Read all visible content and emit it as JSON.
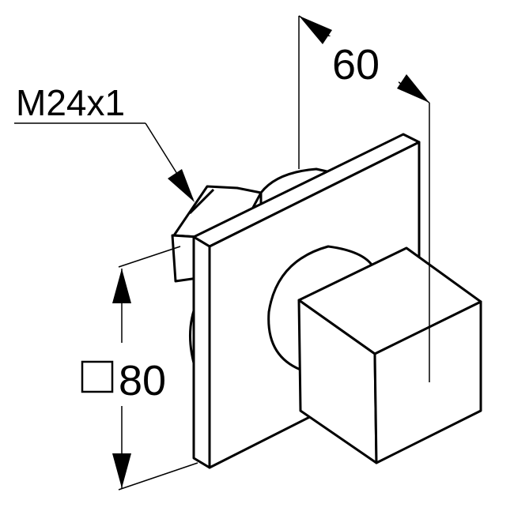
{
  "diagram": {
    "labels": {
      "thread": "M24x1",
      "depth": "60",
      "square_symbol": "□",
      "square_size": "80"
    },
    "colors": {
      "line": "#000000",
      "background": "#ffffff"
    }
  }
}
